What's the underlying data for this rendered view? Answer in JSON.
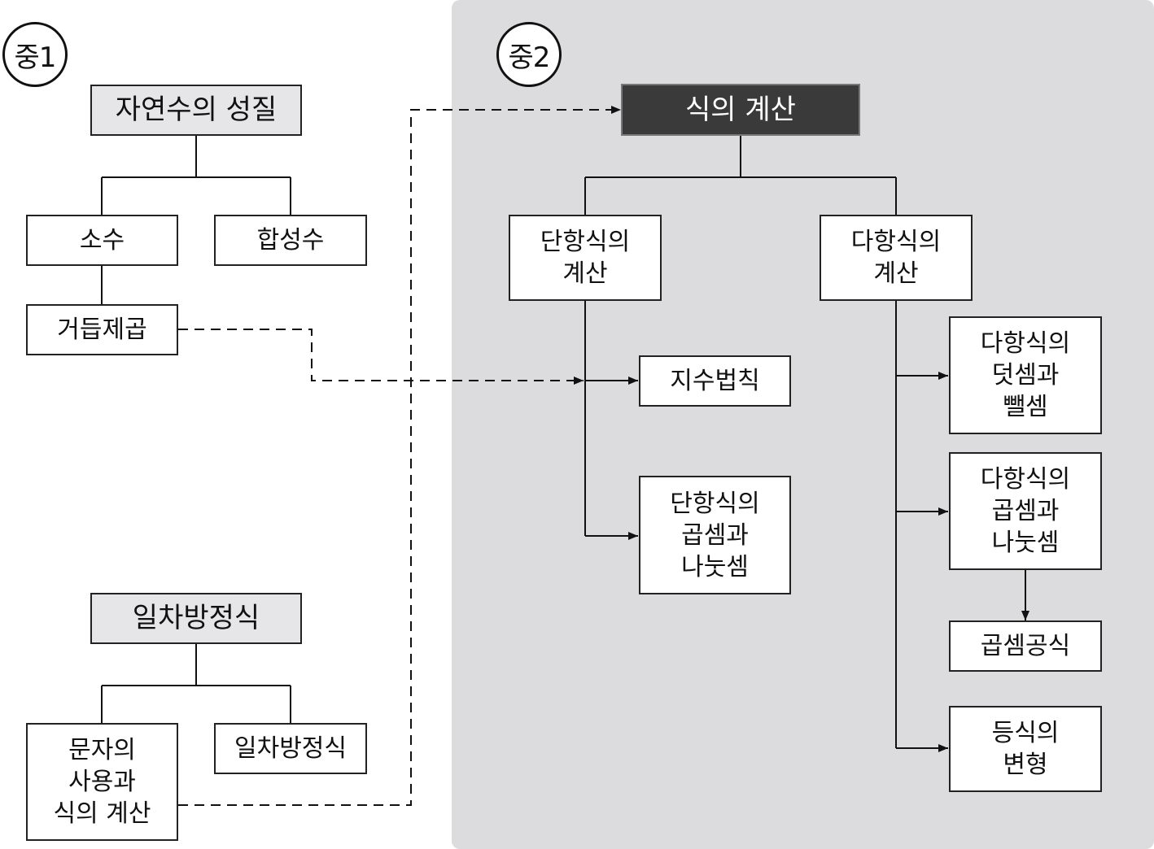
{
  "left_section": {
    "badge": "중1",
    "topic1": {
      "title": "자연수의 성질",
      "children": [
        "소수",
        "합성수"
      ],
      "sub": "거듭제곱"
    },
    "topic2": {
      "title": "일차방정식",
      "children": [
        "문자의\n사용과\n식의 계산",
        "일차방정식"
      ]
    }
  },
  "right_section": {
    "badge": "중2",
    "root": "식의 계산",
    "monomial": {
      "title": "단항식의\n계산",
      "children": [
        "지수법칙",
        "단항식의\n곱셈과\n나눗셈"
      ]
    },
    "polynomial": {
      "title": "다항식의\n계산",
      "children": [
        "다항식의\n덧셈과\n뺄셈",
        "다항식의\n곱셈과\n나눗셈",
        "곱셈공식",
        "등식의\n변형"
      ]
    }
  },
  "colors": {
    "panel": "#dcdcde",
    "header_box": "#e6e6e8",
    "root_box": "#3a3a3a",
    "line": "#111111"
  }
}
